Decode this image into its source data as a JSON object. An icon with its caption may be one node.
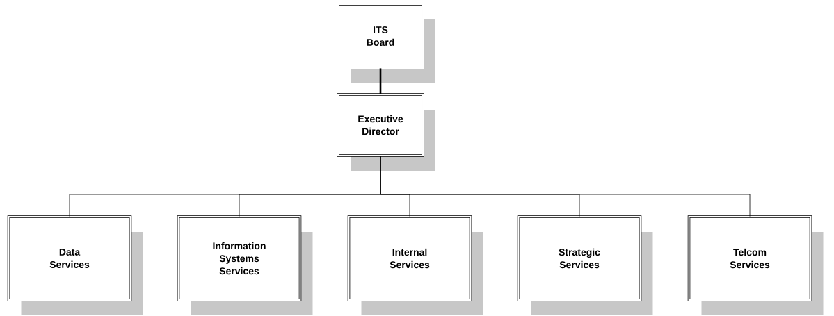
{
  "diagram": {
    "nodes": [
      {
        "text": [
          "ITS Board"
        ]
      },
      {
        "text": [
          "Executive Director"
        ]
      },
      {
        "text": [
          "Data Services"
        ]
      },
      {
        "text": [
          "Information Systems Services"
        ]
      },
      {
        "text": [
          "Internal Services"
        ]
      },
      {
        "text": [
          "Strategic Services"
        ]
      },
      {
        "text": [
          "Telcom Services"
        ]
      }
    ],
    "edges": [
      {
        "from": 0,
        "to": 1,
        "arrow": "none",
        "style": "thick"
      },
      {
        "from": 1,
        "to": 2,
        "arrow": "none"
      },
      {
        "from": 1,
        "to": 3,
        "arrow": "none"
      },
      {
        "from": 1,
        "to": 4,
        "arrow": "none"
      },
      {
        "from": 1,
        "to": 5,
        "arrow": "none"
      },
      {
        "from": 1,
        "to": 6,
        "arrow": "none"
      }
    ]
  }
}
